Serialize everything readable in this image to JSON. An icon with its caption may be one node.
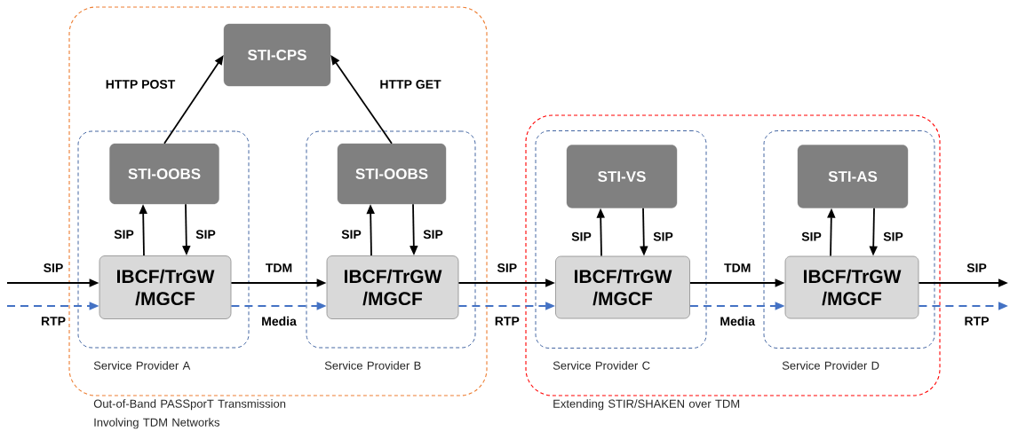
{
  "diagram": {
    "nodes": [
      {
        "text": [
          "Out-of-Band PASSporT Transmission Involving TDM Networks"
        ]
      },
      {
        "text": [
          "STI-CPS"
        ],
        "in": 0
      },
      {
        "text": [
          "Service Provider A"
        ],
        "in": 0
      },
      {
        "text": [
          "STI-OOBS"
        ],
        "in": 2
      },
      {
        "text": [
          "IBCF/TrGW /MGCF"
        ],
        "in": 2
      },
      {
        "text": [
          "Service Provider B"
        ],
        "in": 0
      },
      {
        "text": [
          "STI-OOBS"
        ],
        "in": 5
      },
      {
        "text": [
          "IBCF/TrGW /MGCF"
        ],
        "in": 5
      },
      {
        "text": [
          "Extending STIR/SHAKEN over TDM"
        ]
      },
      {
        "text": [
          "Service Provider C"
        ],
        "in": 8
      },
      {
        "text": [
          "STI-VS"
        ],
        "in": 9
      },
      {
        "text": [
          "IBCF/TrGW /MGCF"
        ],
        "in": 9
      },
      {
        "text": [
          "Service Provider D"
        ],
        "in": 8
      },
      {
        "text": [
          "STI-AS"
        ],
        "in": 12
      },
      {
        "text": [
          "IBCF/TrGW /MGCF"
        ],
        "in": 12
      }
    ],
    "edges": [
      {
        "from": null,
        "to": 4,
        "arrow": "to",
        "label": "SIP"
      },
      {
        "from": null,
        "to": 4,
        "arrow": "to",
        "label": "RTP",
        "style": "dashed",
        "color": "#4472c4"
      },
      {
        "from": 3,
        "to": 1,
        "arrow": "to",
        "label": "HTTP POST"
      },
      {
        "from": 6,
        "to": 1,
        "arrow": "to",
        "label": "HTTP GET"
      },
      {
        "from": 4,
        "to": 3,
        "arrow": "to",
        "label": "SIP"
      },
      {
        "from": 3,
        "to": 4,
        "arrow": "to",
        "label": "SIP"
      },
      {
        "from": 4,
        "to": 7,
        "arrow": "to",
        "label": "TDM"
      },
      {
        "from": 4,
        "to": 7,
        "arrow": "to",
        "label": "Media",
        "style": "dashed",
        "color": "#4472c4"
      },
      {
        "from": 7,
        "to": 6,
        "arrow": "to",
        "label": "SIP"
      },
      {
        "from": 6,
        "to": 7,
        "arrow": "to",
        "label": "SIP"
      },
      {
        "from": 7,
        "to": 11,
        "arrow": "to",
        "label": "SIP"
      },
      {
        "from": 7,
        "to": 11,
        "arrow": "to",
        "label": "RTP",
        "style": "dashed",
        "color": "#4472c4"
      },
      {
        "from": 11,
        "to": 10,
        "arrow": "to",
        "label": "SIP"
      },
      {
        "from": 10,
        "to": 11,
        "arrow": "to",
        "label": "SIP"
      },
      {
        "from": 11,
        "to": 14,
        "arrow": "to",
        "label": "TDM"
      },
      {
        "from": 11,
        "to": 14,
        "arrow": "to",
        "label": "Media",
        "style": "dashed",
        "color": "#4472c4"
      },
      {
        "from": 14,
        "to": 13,
        "arrow": "to",
        "label": "SIP"
      },
      {
        "from": 13,
        "to": 14,
        "arrow": "to",
        "label": "SIP"
      },
      {
        "from": 14,
        "to": null,
        "arrow": "to",
        "label": "SIP"
      },
      {
        "from": 14,
        "to": null,
        "arrow": "to",
        "label": "RTP",
        "style": "dashed",
        "color": "#4472c4"
      }
    ]
  }
}
